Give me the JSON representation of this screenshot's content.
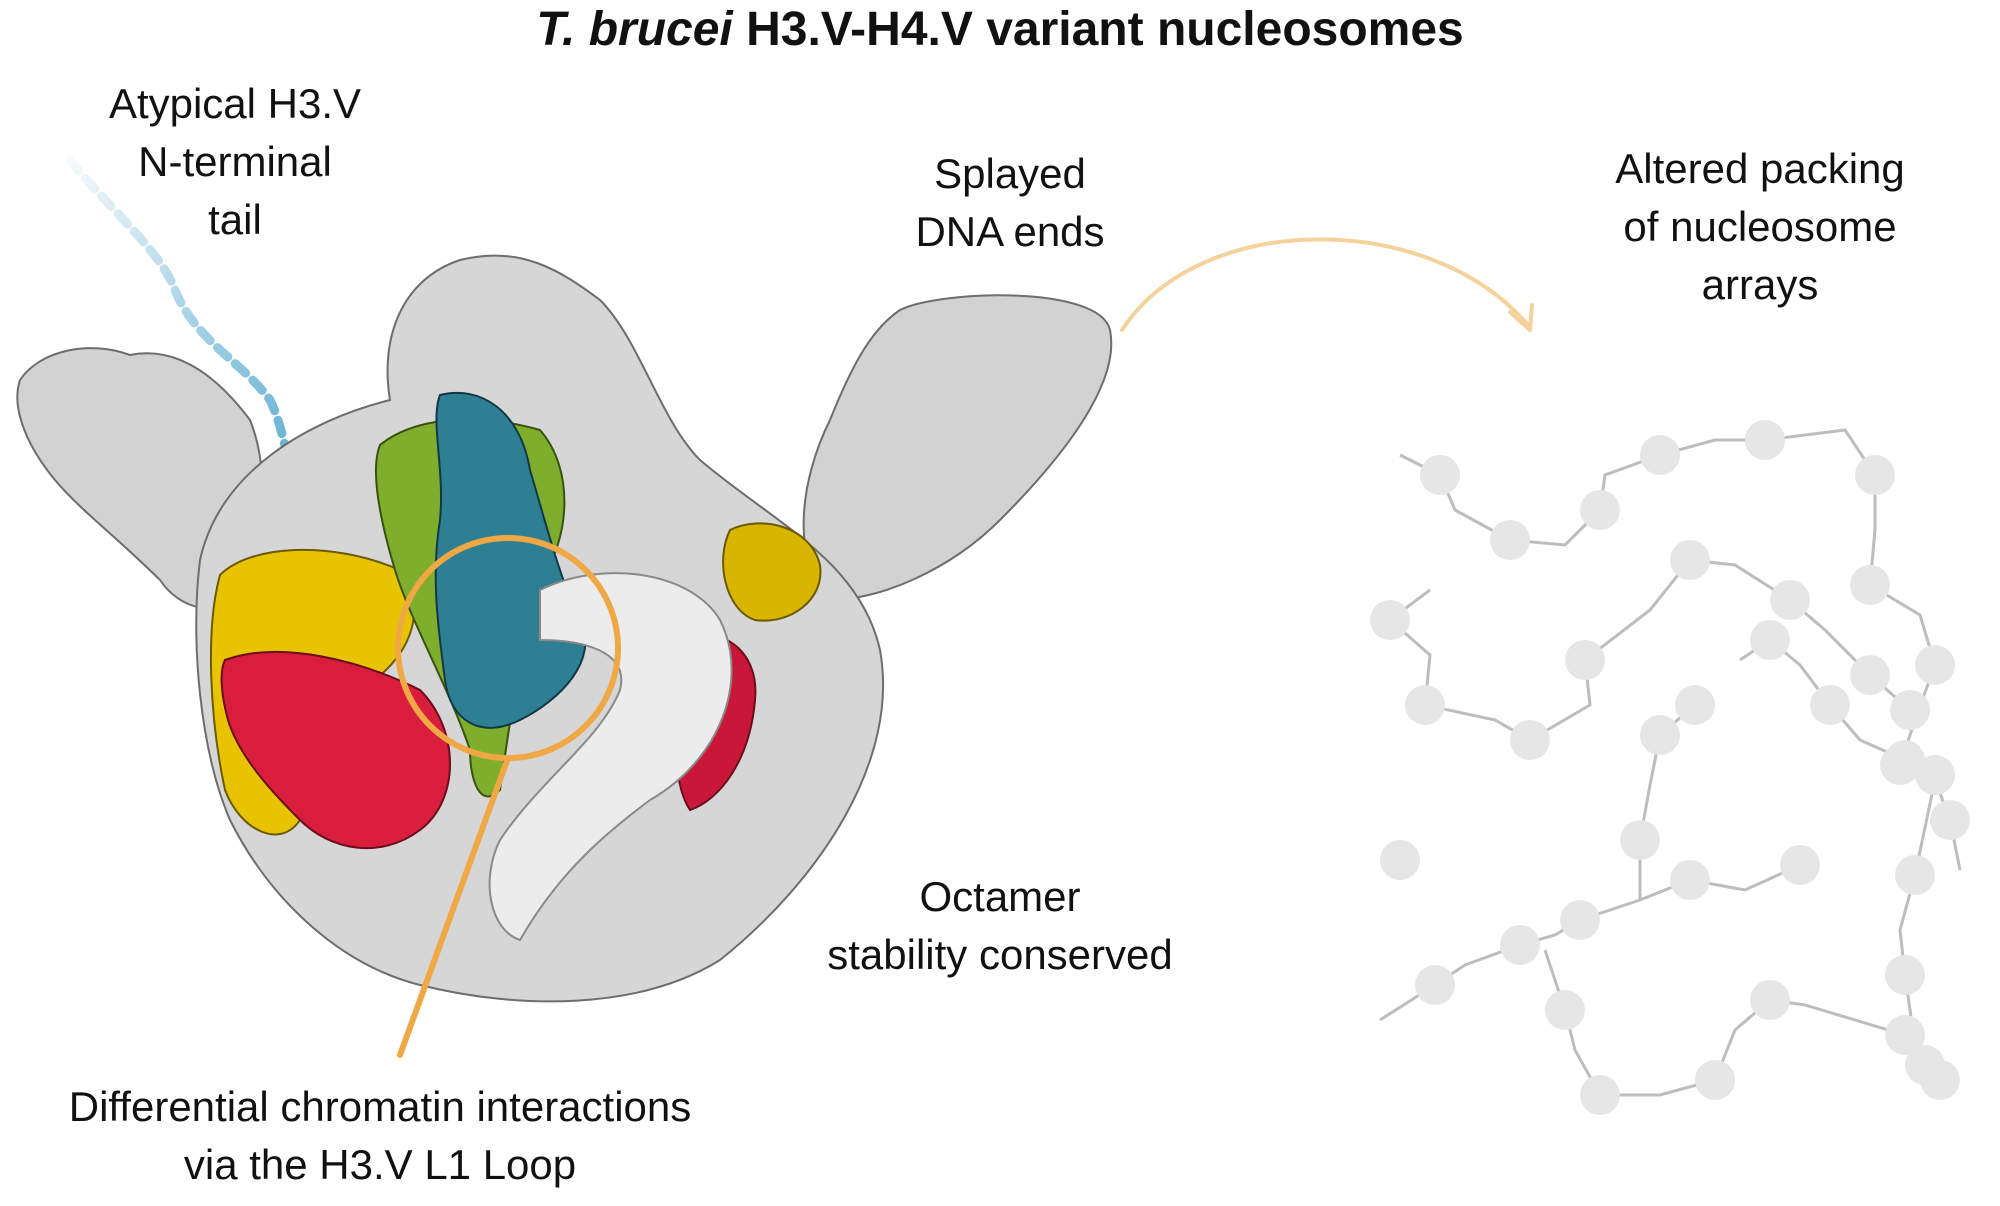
{
  "title": {
    "italic_part": "T. brucei",
    "rest": "H3.V-H4.V variant nucleosomes"
  },
  "labels": {
    "tail": [
      "Atypical H3.V",
      "N-terminal",
      "tail"
    ],
    "dna_ends": [
      "Splayed",
      "DNA ends"
    ],
    "packing": [
      "Altered packing",
      "of nucleosome",
      "arrays"
    ],
    "octamer": [
      "Octamer",
      "stability conserved"
    ],
    "l1_loop": [
      "Differential chromatin interactions",
      "via the H3.V L1 Loop"
    ]
  },
  "colors": {
    "density_grey": "#d2d2d2",
    "h3v_blue": "#2e7f94",
    "h4v_green": "#7fad2c",
    "h2a_yellow": "#e8c400",
    "h2b_red": "#d81e3c",
    "highlight_orange": "#f0a845",
    "arrow_tan": "#f5d29c",
    "tail_blue": "#3a9bc4",
    "array_bead": "#e6e6e6"
  },
  "icons": {
    "nucleosome_map": "cryo-em-density",
    "array": "bead-string"
  }
}
